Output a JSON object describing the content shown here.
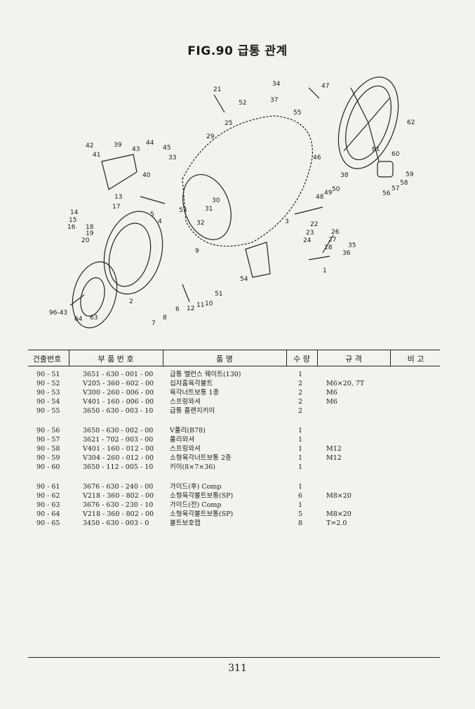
{
  "title": "FIG.90 급통 관계",
  "table": {
    "headers": [
      "건출번호",
      "부 품 번 호",
      "품 명",
      "수 량",
      "규 격",
      "비 고"
    ],
    "rows": [
      [
        "90 - 51",
        "3651 - 630 - 001 - 00",
        "급통 밸런스 웨이트(130)",
        "1",
        ""
      ],
      [
        "90 - 52",
        "V205 - 360 - 602 - 00",
        "십자홈육각볼트",
        "2",
        "M6×20, 7T"
      ],
      [
        "90 - 53",
        "V300 - 260 - 006 - 00",
        "육각너트보통 1종",
        "2",
        "M6"
      ],
      [
        "90 - 54",
        "V401 - 160 - 006 - 00",
        "스프링와셔",
        "2",
        "M6"
      ],
      [
        "90 - 55",
        "3650 - 630 - 003 - 10",
        "급통 플랜지키이",
        "2",
        ""
      ],
      [
        "90 - 56",
        "3650 - 630 - 002 - 00",
        "V풀리(B78)",
        "1",
        ""
      ],
      [
        "90 - 57",
        "3621 - 702 - 003 - 00",
        "풀리와셔",
        "1",
        ""
      ],
      [
        "90 - 58",
        "V401 - 160 - 012 - 00",
        "스프링와셔",
        "1",
        "M12"
      ],
      [
        "90 - 59",
        "V304 - 260 - 012 - 00",
        "소형육각너트보통 2종",
        "1",
        "M12"
      ],
      [
        "90 - 60",
        "3650 - 112 - 005 - 10",
        "키이(8×7×36)",
        "1",
        ""
      ],
      [
        "90 - 61",
        "3676 - 630 - 240 - 00",
        "가이드(후) Comp",
        "1",
        ""
      ],
      [
        "90 - 62",
        "V218 - 360 - 802 - 00",
        "소형육각볼트보통(SP)",
        "6",
        "M8×20"
      ],
      [
        "90 - 63",
        "3676 - 630 - 230 - 10",
        "가이드(전) Comp",
        "1",
        ""
      ],
      [
        "90 - 64",
        "V218 - 360 - 802 - 00",
        "소형육각볼트보통(SP)",
        "5",
        "M8×20"
      ],
      [
        "90 - 65",
        "3450 - 630 - 003 - 0",
        "볼트보호캡",
        "8",
        "T=2.0"
      ]
    ]
  },
  "diagram_labels": [
    "21",
    "52",
    "34",
    "47",
    "37",
    "55",
    "62",
    "25",
    "29",
    "42",
    "41",
    "39",
    "43",
    "44",
    "45",
    "33",
    "46",
    "61",
    "60",
    "59",
    "58",
    "38",
    "56",
    "57",
    "48",
    "49",
    "50",
    "40",
    "13",
    "17",
    "53",
    "51",
    "14",
    "15",
    "16",
    "18",
    "19",
    "20",
    "5",
    "4",
    "3",
    "1",
    "2",
    "22",
    "23",
    "24",
    "26",
    "27",
    "28",
    "35",
    "36",
    "9",
    "31",
    "30",
    "32",
    "10",
    "11",
    "12",
    "8",
    "6",
    "7",
    "54",
    "64",
    "63",
    "96-43"
  ],
  "page_number": "311"
}
